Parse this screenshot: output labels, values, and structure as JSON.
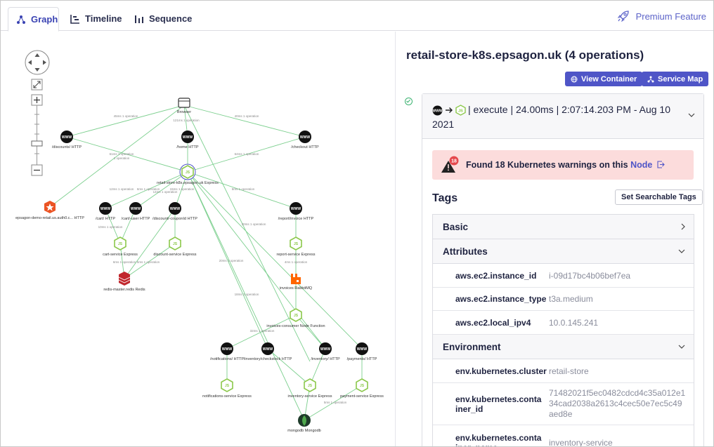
{
  "tabs": [
    {
      "label": "Graph",
      "icon": "graph-icon",
      "active": true
    },
    {
      "label": "Timeline",
      "icon": "timeline-icon",
      "active": false
    },
    {
      "label": "Sequence",
      "icon": "sequence-icon",
      "active": false
    }
  ],
  "premium": {
    "label": "Premium Feature",
    "icon": "rocket-icon"
  },
  "colors": {
    "accent": "#4f55c7",
    "edge": "#7ccf8e",
    "node_green": "#8cc84b",
    "warning_bg": "#fcdcdc",
    "success": "#3cb371"
  },
  "graph": {
    "nodes": {
      "browser": "Browser",
      "discounts_http": "/discounts/ HTTP",
      "home_http": "/home HTTP",
      "checkout_http": "/checkout HTTP",
      "retail_store": "retail-store-k8s.epsagon.uk Express",
      "auth0": "epsagon-demo-retail.us.auth0.c... HTTP",
      "cart_http": "/cart/ HTTP",
      "cart_user_http": "/cart/-user HTTP",
      "discount_coupon_http": "/discount/-couponId HTTP",
      "report_invoice_http": "/report/invoice HTTP",
      "cart_service": "cart-service Express",
      "discount_service": "discount-service Express",
      "report_service": "report-service Express",
      "redis": "redis-master.redis Redis",
      "rabbitmq": "invoices RabbitMQ",
      "invoices_consumer": "invoices-consumer Node Function",
      "notifications_http": "/notifications/ HTTP",
      "inventory_checkstock_http": "/inventory/checkstock HTTP",
      "inventory_http": "/inventory/ HTTP",
      "payments_http": "/payments/ HTTP",
      "notifications_service": "notifications-service Express",
      "inventory_service": "inventory-service Express",
      "payment_service": "payment-service Express",
      "mongodb": "mongodb Mongodb"
    },
    "edge_labels": {
      "e1": "45ms 1 operation",
      "e2": "121ms 1 operation",
      "e3": "40ms 1 operation",
      "e4": "61ms 1 operation",
      "e5": "1 operation",
      "e6": "64ms 1 operation",
      "e7": "12ms 1 operation",
      "e8": "6ms 1 operation",
      "e9": "14ms 1 operation",
      "e10": "15ms 1 operation",
      "e11": "8ms 1 operation",
      "e12": "10ms 1 operation",
      "e13": "6ms 1 operation",
      "e14": "5ms 1 operation",
      "e15": "30ms 1 operation",
      "e16": "4ms 1 operation",
      "e17": "20ms 1 operation",
      "e18": "18ms 1 operation",
      "e19": "32ms 1 operation",
      "e20": "5ms 1 operation"
    }
  },
  "panel": {
    "title": "retail-store-k8s.epsagon.uk (4 operations)",
    "view_container": "View Container",
    "service_map": "Service Map",
    "operation": "| execute | 24.00ms | 2:07:14.203 PM - Aug 10 2021",
    "warning_count": "18",
    "warning_text": "Found 18 Kubernetes warnings on this",
    "warning_link": "Node",
    "tags_title": "Tags",
    "set_searchable": "Set Searchable Tags",
    "sections": {
      "basic": "Basic",
      "attributes": "Attributes",
      "environment": "Environment"
    },
    "attributes": [
      {
        "key": "aws.ec2.instance_id",
        "value": "i-09d17bc4b06bef7ea"
      },
      {
        "key": "aws.ec2.instance_type",
        "value": "t3a.medium"
      },
      {
        "key": "aws.ec2.local_ipv4",
        "value": "10.0.145.241"
      }
    ],
    "environment": [
      {
        "key": "env.kubernetes.cluster",
        "value": "retail-store"
      },
      {
        "key": "env.kubernetes.container_id",
        "value": "71482021f5ec0482cdcd4c35a012e134cad2038a2613c4cec50e7ec5c49aed8e"
      },
      {
        "key": "env.kubernetes.container_name",
        "value": "inventory-service"
      }
    ]
  }
}
